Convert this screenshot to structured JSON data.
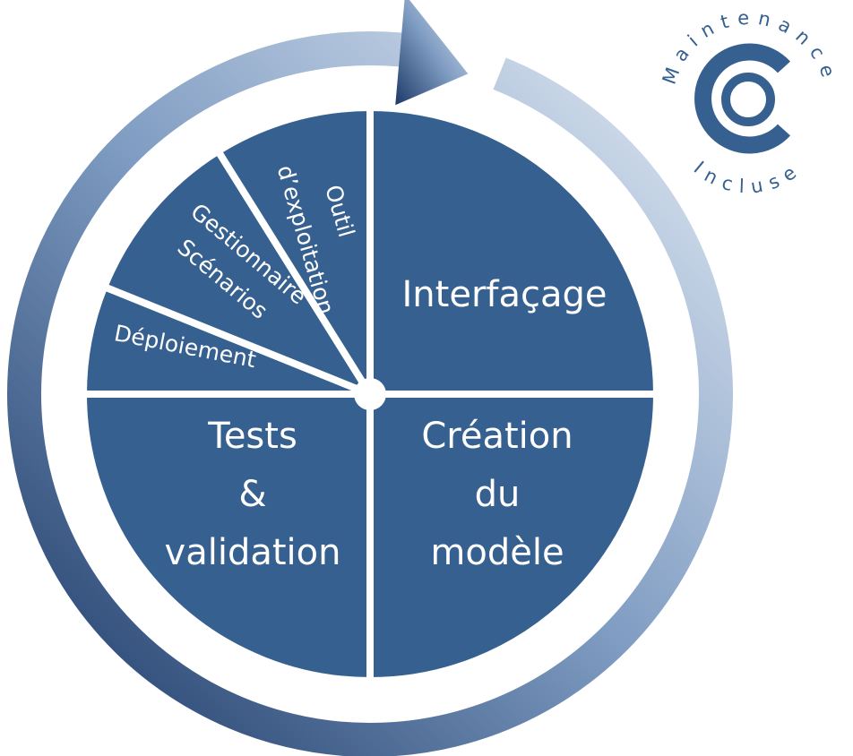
{
  "colors": {
    "slice": "#36608f",
    "ring_dark": "#1d3a68",
    "ring_light": "#e2eaf4",
    "logo": "#36608f"
  },
  "cycle": {
    "segments": [
      {
        "id": "interfacage",
        "label_lines": [
          "Interfaçage"
        ]
      },
      {
        "id": "creation",
        "label_lines": [
          "Création",
          "du",
          "modèle"
        ]
      },
      {
        "id": "tests",
        "label_lines": [
          "Tests",
          "&",
          "validation"
        ]
      },
      {
        "id": "deploiement",
        "label_lines": [
          "Déploiement"
        ]
      },
      {
        "id": "gestionnaire",
        "label_lines": [
          "Gestionnaire",
          "Scénarios"
        ]
      },
      {
        "id": "outil",
        "label_lines": [
          "Outil",
          "d’exploitation"
        ]
      }
    ]
  },
  "logo": {
    "top_text": "Maintenance",
    "bottom_text": "Incluse"
  }
}
